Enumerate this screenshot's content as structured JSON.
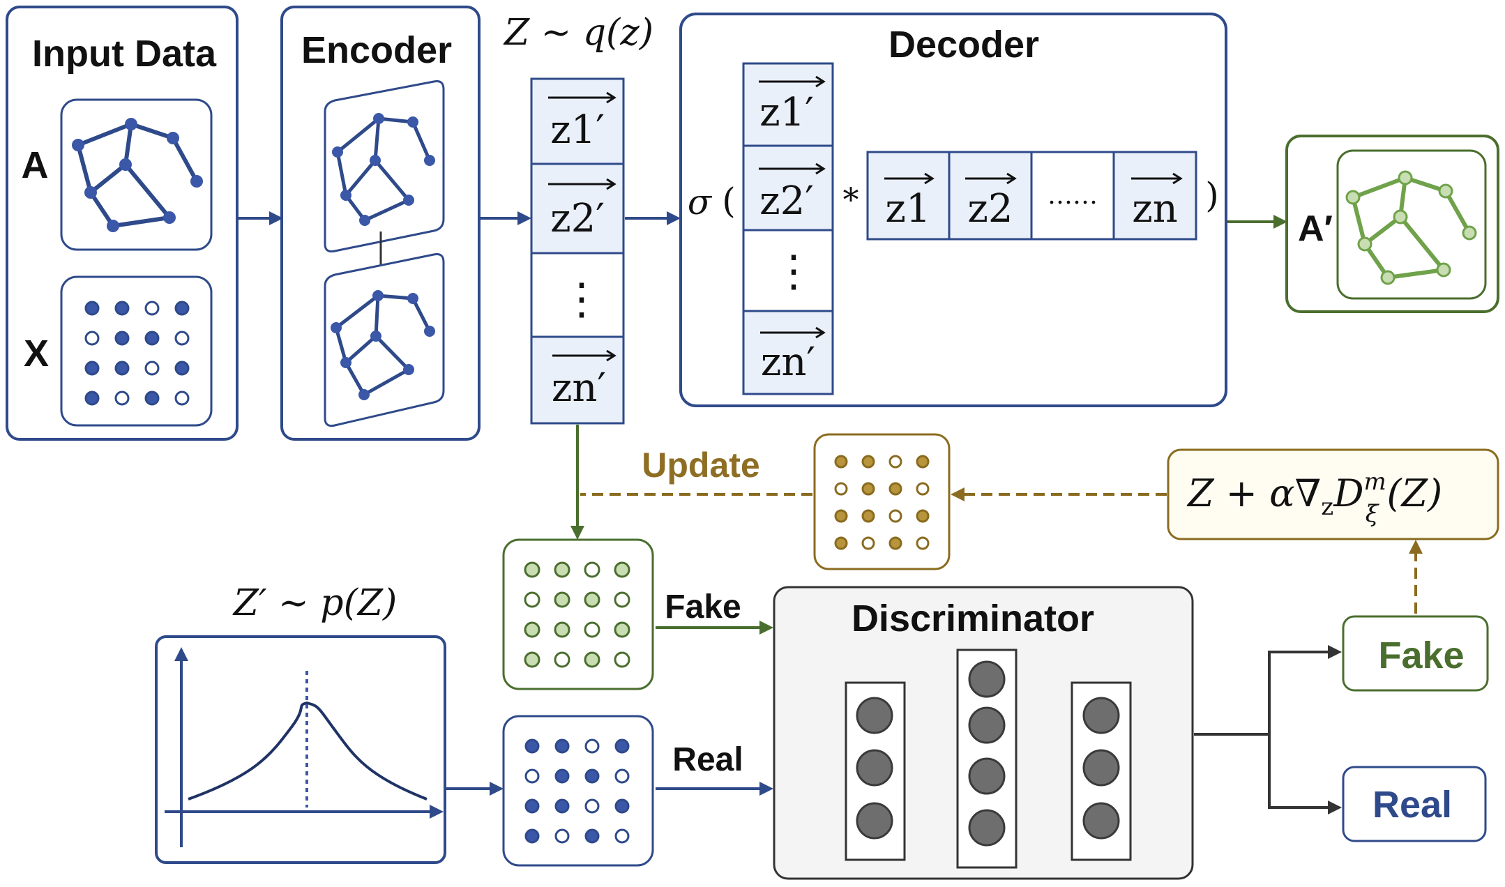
{
  "input_panel": {
    "title": "Input Data",
    "label_a": "A",
    "label_x": "X"
  },
  "encoder_panel": {
    "title": "Encoder"
  },
  "latent": {
    "title": "Z ∼ q(z)",
    "cells": [
      "z1′",
      "z2′",
      "⋮",
      "zn′"
    ]
  },
  "decoder_panel": {
    "title": "Decoder",
    "sigma": "σ",
    "open_paren": "(",
    "close_paren": ")",
    "multiply": "*",
    "column_cells": [
      "z1′",
      "z2′",
      "⋮",
      "zn′"
    ],
    "row_cells": [
      "z1",
      "z2",
      "……",
      "zn"
    ]
  },
  "output_panel": {
    "label": "A′"
  },
  "update": {
    "label": "Update",
    "formula": {
      "lhs": "Z + α∇",
      "grad_sub": "z",
      "d": "D",
      "sup": "m",
      "sub": "ξ",
      "rhs": "(Z)"
    }
  },
  "prior": {
    "title": "Z′ ∼ p(Z)"
  },
  "discriminator": {
    "title": "Discriminator",
    "input_fake_label": "Fake",
    "input_real_label": "Real",
    "output_fake_label": "Fake",
    "output_real_label": "Real"
  },
  "matrices": {
    "input_x": [
      [
        1,
        1,
        0,
        1
      ],
      [
        0,
        1,
        1,
        0
      ],
      [
        1,
        1,
        0,
        1
      ],
      [
        1,
        0,
        1,
        0
      ]
    ],
    "update": [
      [
        1,
        1,
        0,
        1
      ],
      [
        0,
        1,
        1,
        0
      ],
      [
        1,
        1,
        0,
        1
      ],
      [
        1,
        0,
        1,
        0
      ]
    ],
    "fake": [
      [
        1,
        1,
        0,
        1
      ],
      [
        0,
        1,
        1,
        0
      ],
      [
        1,
        1,
        0,
        1
      ],
      [
        1,
        0,
        1,
        0
      ]
    ],
    "real": [
      [
        1,
        1,
        0,
        1
      ],
      [
        0,
        1,
        1,
        0
      ],
      [
        1,
        1,
        0,
        1
      ],
      [
        1,
        0,
        1,
        0
      ]
    ]
  },
  "colors": {
    "blue": "#2F4A8A",
    "blue_fill": "#3A57A8",
    "cell_fill": "#EAF0FA",
    "green": "#4A6E2E",
    "green_node": "#6FA24A",
    "green_fill": "#C8DDB2",
    "gold": "#8A6B1F",
    "gold_fill": "#B8943C",
    "update_label": "#8E6E25",
    "gray": "#333333",
    "disc_fill": "#F4F4F4",
    "neuron": "#6E6E6E",
    "formula_bg": "#FFFDF2"
  }
}
